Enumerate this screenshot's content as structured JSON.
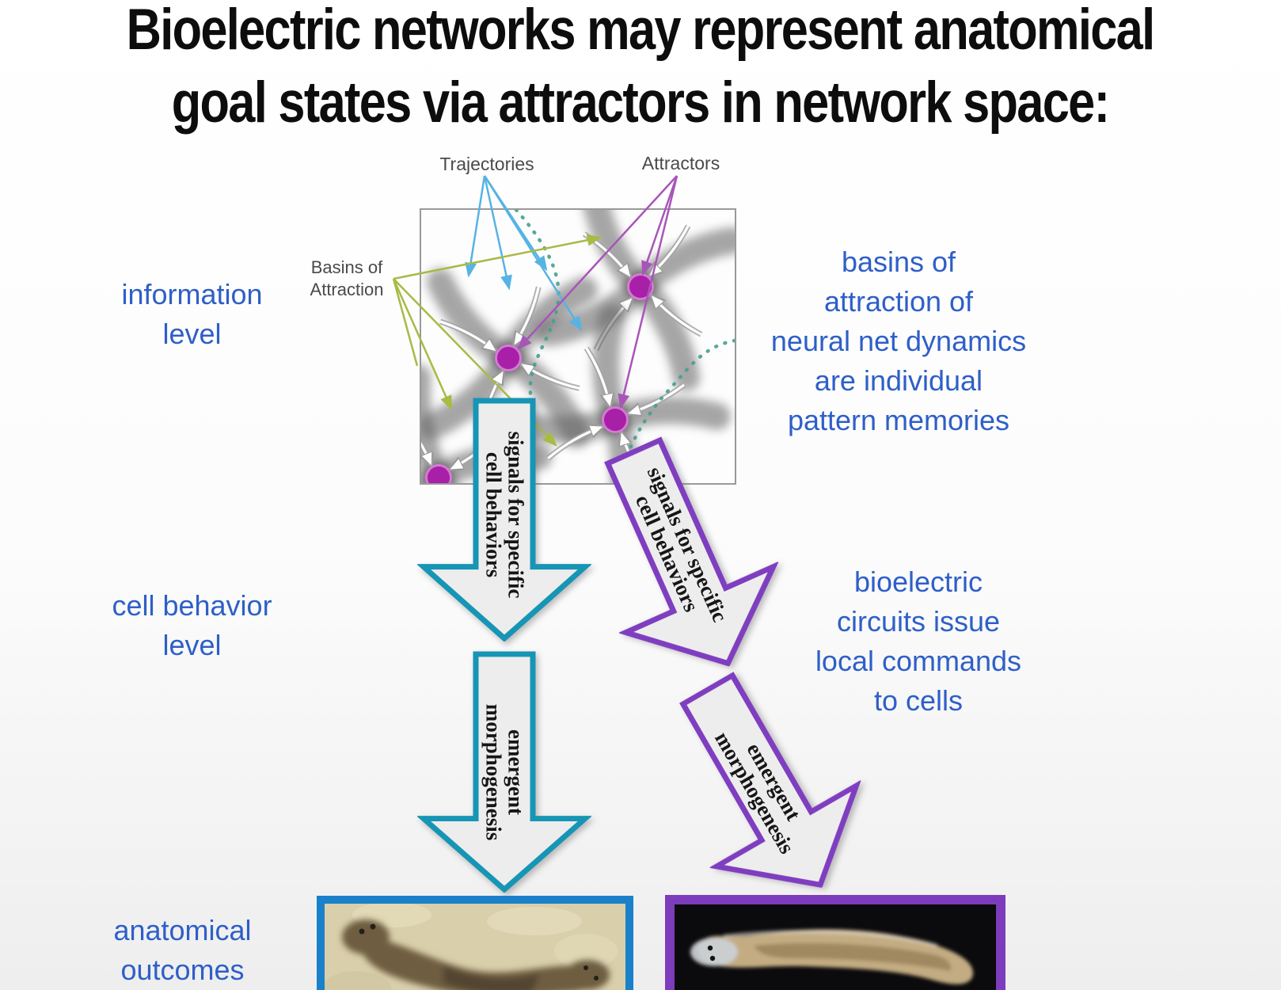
{
  "title": {
    "line1": "Bioelectric networks may represent anatomical",
    "line2": "goal states via attractors in network space:"
  },
  "diagram": {
    "trajectories_label": "Trajectories",
    "attractors_label": "Attractors",
    "basins_label": "Basins of\nAttraction"
  },
  "left_labels": {
    "information": "information\nlevel",
    "cell_behavior": "cell behavior\nlevel",
    "anatomical": "anatomical\noutcomes"
  },
  "right_notes": {
    "pattern_memories": "basins of\nattraction of\nneural net dynamics\nare individual\npattern memories",
    "bioelectric_commands": "bioelectric\ncircuits issue\nlocal commands\nto cells"
  },
  "arrow_labels": {
    "signals": "signals for specific\ncell behaviors",
    "morphogenesis": "emergent\nmorphogenesis"
  },
  "images": {
    "left_description": "two-headed planarian photo",
    "right_description": "normal planarian photo"
  },
  "colors": {
    "blue": "#2e5fc8",
    "teal": "#1795b5",
    "purple": "#7f3ec0",
    "magenta": "#a81fa8",
    "blue-border": "#1a80ca",
    "purple-border": "#7c3cbb",
    "cyan": "#56b3e4",
    "olive": "#a9ba45",
    "leader-purple": "#a855b8",
    "dotted": "#46a08e",
    "label-gray": "#4a4a4a",
    "arrow-fill": "#ededed"
  }
}
